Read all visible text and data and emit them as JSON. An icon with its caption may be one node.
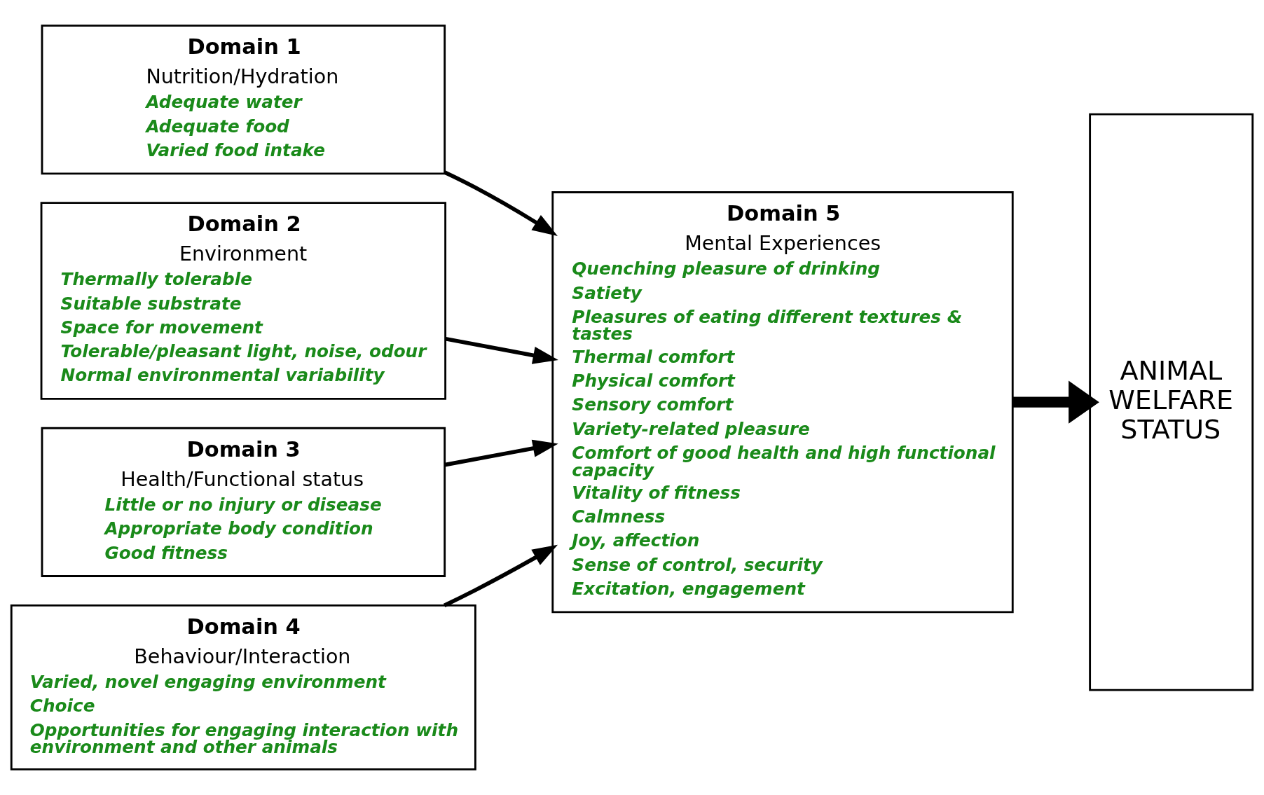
{
  "diagram": {
    "nodes": [
      {
        "text": [
          "Domain 1",
          "Nutrition/Hydration",
          "Adequate water",
          "Adequate food",
          "Varied food intake"
        ]
      },
      {
        "text": [
          "Domain 2",
          "Environment",
          "Thermally tolerable",
          "Suitable substrate",
          "Space for movement",
          "Tolerable/pleasant light, noise, odour",
          "Normal environmental variability"
        ]
      },
      {
        "text": [
          "Domain 3",
          "Health/Functional status",
          "Little or no injury or disease",
          "Appropriate body condition",
          "Good fitness"
        ]
      },
      {
        "text": [
          "Domain 4",
          "Behaviour/Interaction",
          "Varied, novel engaging environment",
          "Choice",
          "Opportunities for engaging interaction with environment and other animals"
        ]
      },
      {
        "text": [
          "Domain 5",
          "Mental Experiences",
          "Quenching pleasure of drinking",
          "Satiety",
          "Pleasures of eating different textures & tastes",
          "Thermal comfort",
          "Physical comfort",
          "Sensory comfort",
          "Variety-related pleasure",
          "Comfort of good health and high functional capacity",
          "Vitality of fitness",
          "Calmness",
          "Joy, affection",
          "Sense of control, security",
          "Excitation, engagement"
        ]
      },
      {
        "text": [
          "ANIMAL WELFARE STATUS"
        ]
      }
    ],
    "edges": [
      {
        "from": 0,
        "to": 4,
        "arrow": "to"
      },
      {
        "from": 1,
        "to": 4,
        "arrow": "to"
      },
      {
        "from": 2,
        "to": 4,
        "arrow": "to"
      },
      {
        "from": 3,
        "to": 4,
        "arrow": "to"
      },
      {
        "from": 4,
        "to": 5,
        "arrow": "to",
        "style": "thick"
      }
    ]
  }
}
